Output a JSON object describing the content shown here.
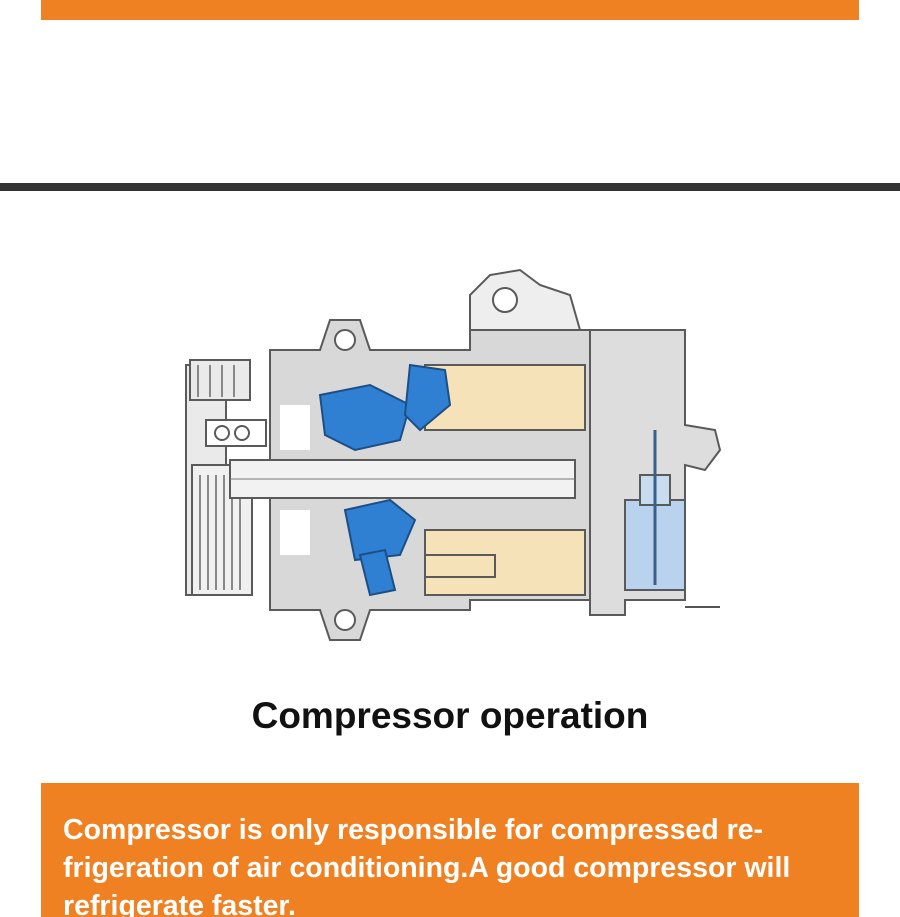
{
  "colors": {
    "accent_orange": "#f08122",
    "divider": "#333333",
    "housing_gray": "#d8d8d8",
    "housing_outline": "#5a5a5a",
    "piston_tan": "#f6e2b8",
    "swash_blue": "#2f7fd3"
  },
  "diagram": {
    "description_icon": "compressor-cross-section"
  },
  "caption": {
    "title": "Compressor operation"
  },
  "info_box": {
    "text": "Compressor is only responsible for compressed re-\nfrigeration of air conditioning.A good compressor will\nrefrigerate faster."
  }
}
